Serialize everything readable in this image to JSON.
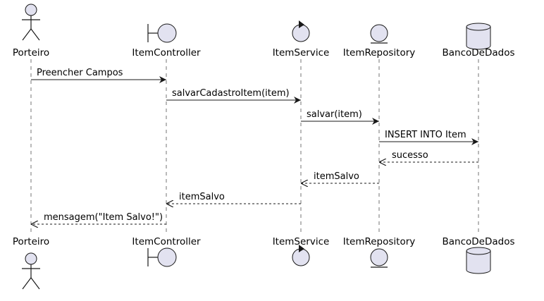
{
  "colors": {
    "participant_fill": "#E2E2F0",
    "participant_stroke": "#181818",
    "lifeline": "#181818",
    "arrow": "#181818"
  },
  "participants": [
    {
      "key": "porteiro",
      "name": "Porteiro",
      "shape": "actor"
    },
    {
      "key": "itemcontroller",
      "name": "ItemController",
      "shape": "boundary"
    },
    {
      "key": "itemservice",
      "name": "ItemService",
      "shape": "control"
    },
    {
      "key": "itemrepository",
      "name": "ItemRepository",
      "shape": "entity"
    },
    {
      "key": "bancodedados",
      "name": "BancoDeDados",
      "shape": "database"
    }
  ],
  "messages": [
    {
      "from": 0,
      "to": 1,
      "text": "Preencher Campos",
      "style": "solid"
    },
    {
      "from": 1,
      "to": 2,
      "text": "salvarCadastroItem(item)",
      "style": "solid"
    },
    {
      "from": 2,
      "to": 3,
      "text": "salvar(item)",
      "style": "solid"
    },
    {
      "from": 3,
      "to": 4,
      "text": "INSERT INTO Item",
      "style": "solid"
    },
    {
      "from": 4,
      "to": 3,
      "text": "sucesso",
      "style": "dashed"
    },
    {
      "from": 3,
      "to": 2,
      "text": "itemSalvo",
      "style": "dashed"
    },
    {
      "from": 2,
      "to": 1,
      "text": "itemSalvo",
      "style": "dashed"
    },
    {
      "from": 1,
      "to": 0,
      "text": "mensagem(\"Item Salvo!\")",
      "style": "dashed"
    }
  ]
}
